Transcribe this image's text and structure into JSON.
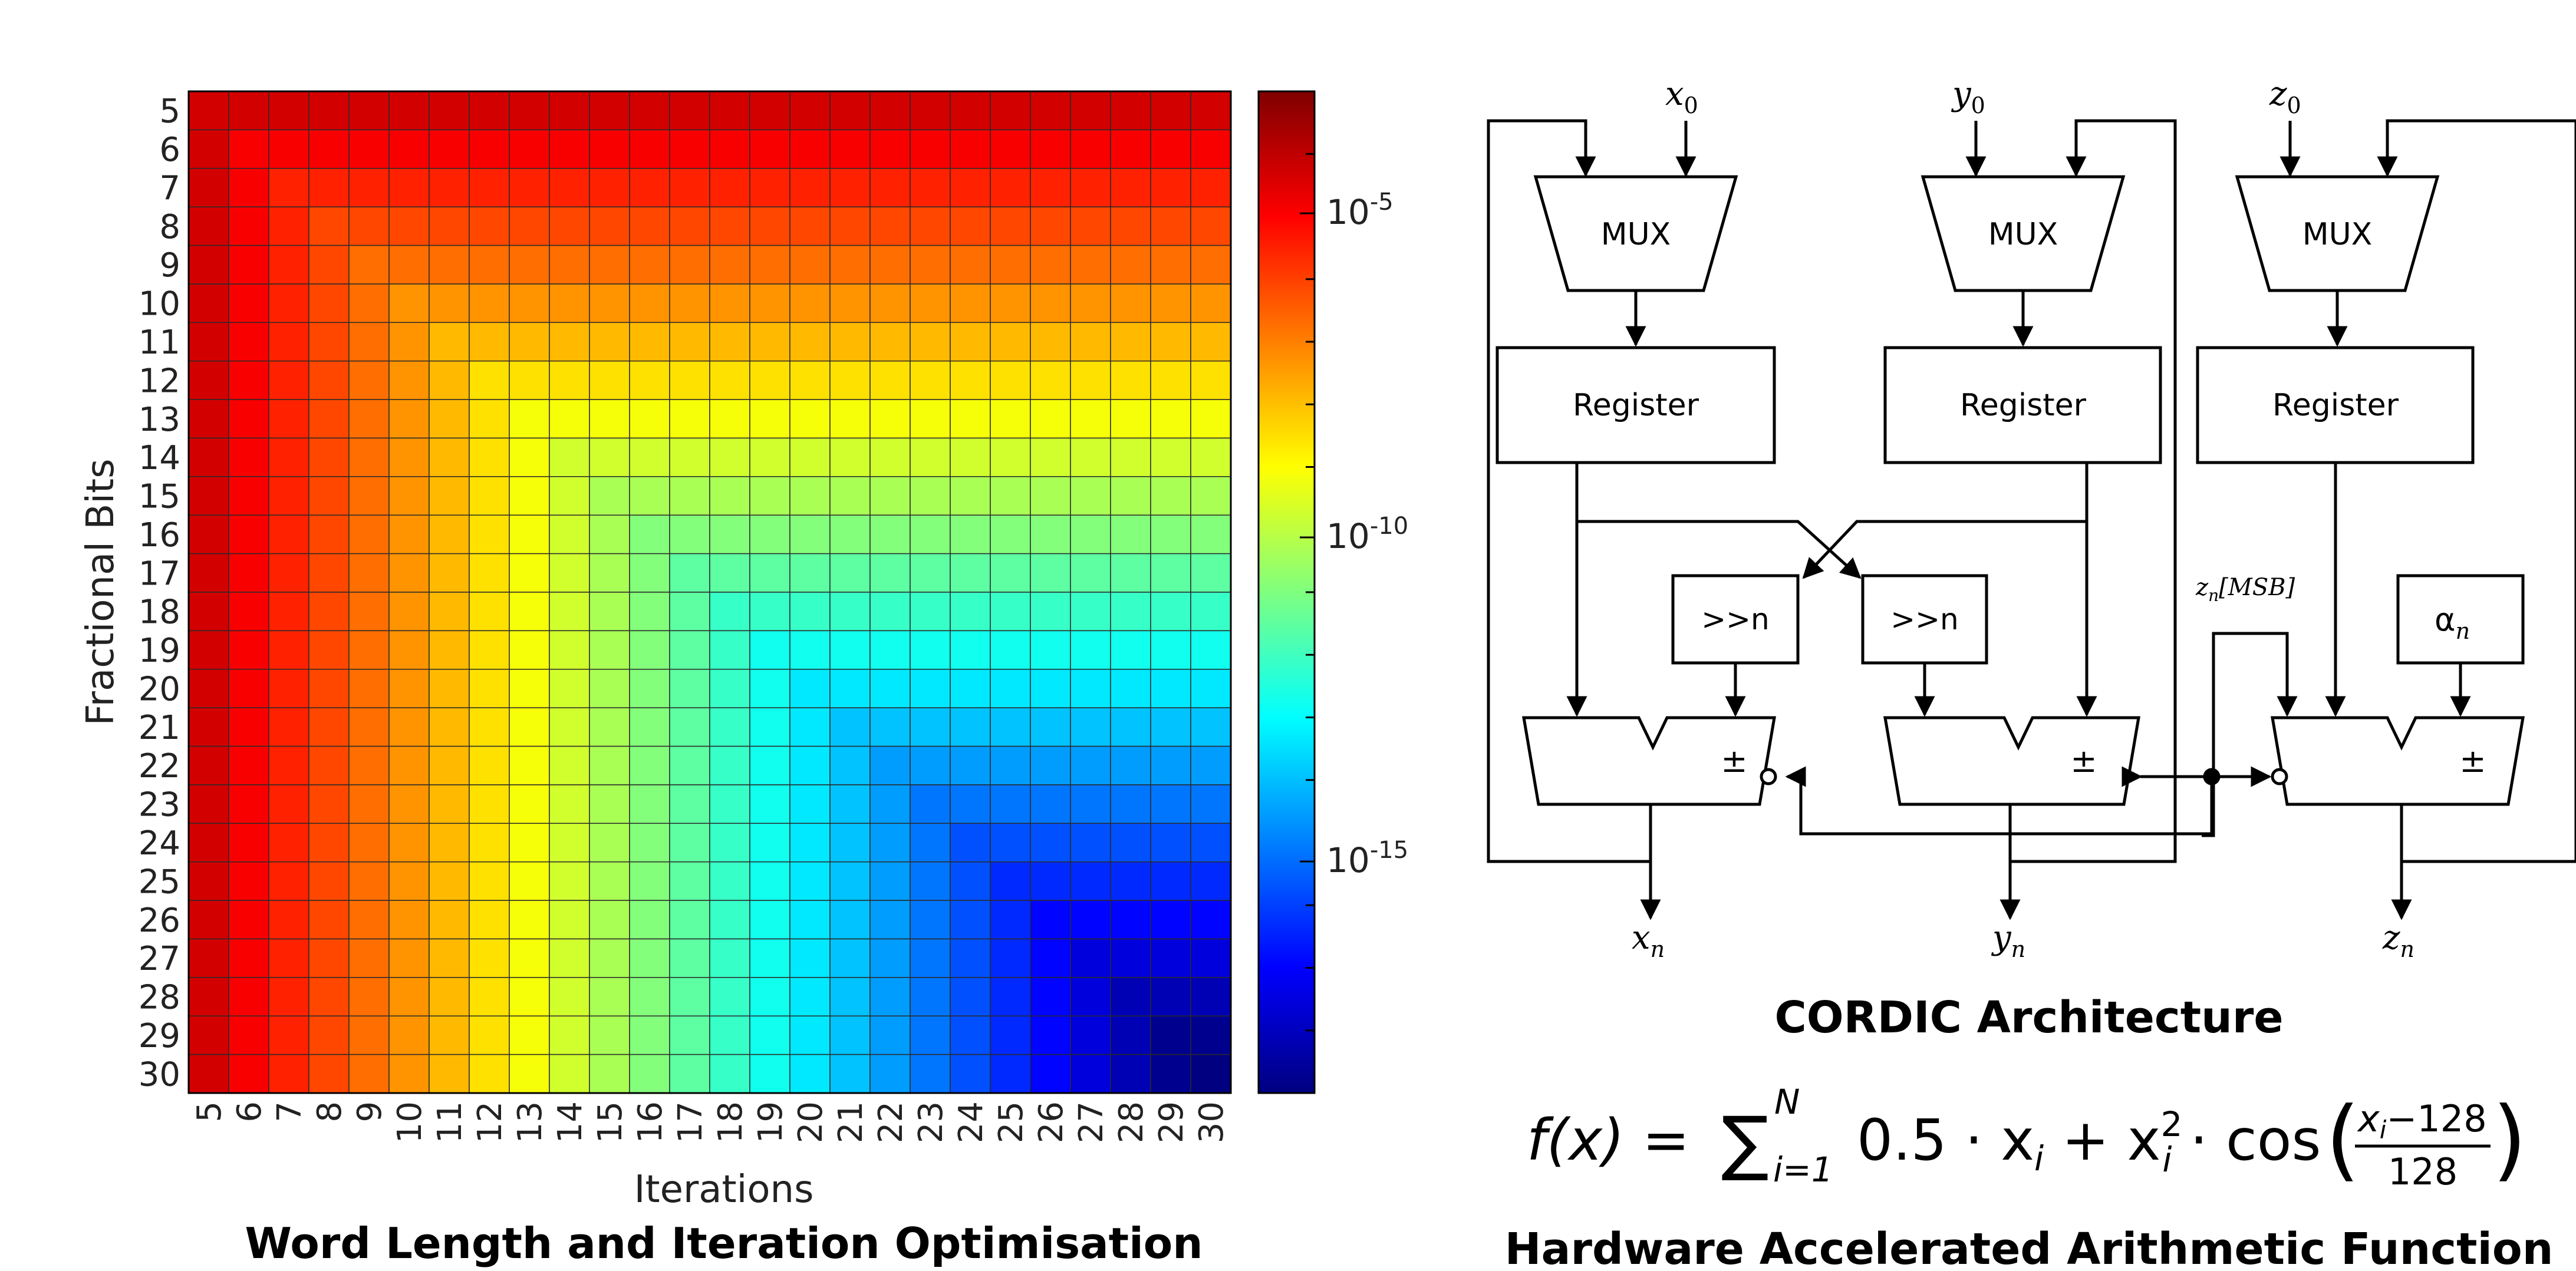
{
  "heatmap": {
    "title": "Word Length and Iteration Optimisation",
    "xlabel": "Iterations",
    "ylabel": "Fractional Bits",
    "colorbar_ticks": [
      "10-5",
      "10-10",
      "10-15"
    ]
  },
  "chart_data": {
    "type": "heatmap",
    "title": "Word Length and Iteration Optimisation",
    "xlabel": "Iterations",
    "ylabel": "Fractional Bits",
    "x": [
      5,
      6,
      7,
      8,
      9,
      10,
      11,
      12,
      13,
      14,
      15,
      16,
      17,
      18,
      19,
      20,
      21,
      22,
      23,
      24,
      25,
      26,
      27,
      28,
      29,
      30
    ],
    "y": [
      5,
      6,
      7,
      8,
      9,
      10,
      11,
      12,
      13,
      14,
      15,
      16,
      17,
      18,
      19,
      20,
      21,
      22,
      23,
      24,
      25,
      26,
      27,
      28,
      29,
      30
    ],
    "colorbar": {
      "scale": "log",
      "ticks": [
        1e-05,
        1e-10,
        1e-15
      ],
      "range": [
        1e-19,
        0.001
      ],
      "colormap": "jet"
    },
    "value_rule": "error(iterations, fractional_bits) ≈ max(10^(-0.602*min(iterations, fractional_bits) - 1.3), 1e-19); darkest cells at 5 iterations or 5 fractional bits (~3e-5 .. 1e-4), minimum (~1e-19) at 30/30",
    "sample_values": {
      "5,5": 0.0001,
      "8,30": 2e-06,
      "15,30": 5e-11,
      "22,30": 1e-14,
      "30,30": 1e-19
    }
  },
  "cordic": {
    "title": "CORDIC Architecture",
    "inputs": [
      "x",
      "y",
      "z"
    ],
    "input_sub": "0",
    "outputs": [
      "x",
      "y",
      "z"
    ],
    "output_sub": "n",
    "mux_label": "MUX",
    "register_label": "Register",
    "shift_label": ">>n",
    "alpha_label": "α",
    "alpha_sub": "n",
    "pm_label": "±",
    "msb_label": "z",
    "msb_sub": "n",
    "msb_suffix": "[MSB]"
  },
  "formula": {
    "title": "Hardware Accelerated Arithmetic Function",
    "lhs": "f(x) = ",
    "sum": "∑",
    "sum_upper": "N",
    "sum_lower": "i=1",
    "body": "0.5 · x",
    "sub_i": "i",
    "plus": " + x",
    "sq": "2",
    "cos": " · cos",
    "frac_num": "x",
    "frac_num_tail": "−128",
    "frac_den": "128"
  }
}
